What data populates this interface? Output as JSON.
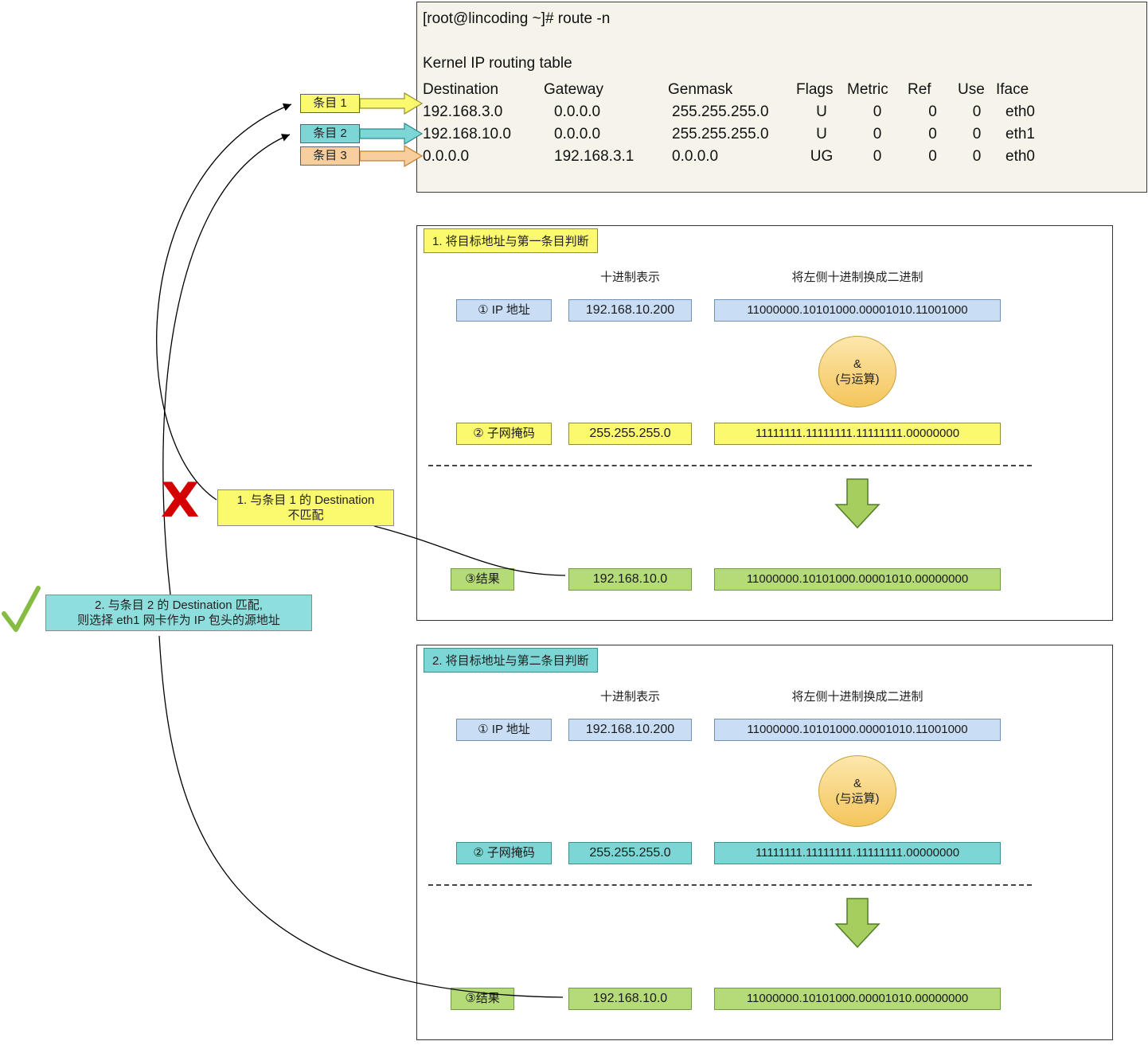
{
  "colors": {
    "yellow": "#FBF96E",
    "cyan": "#7CD6D6",
    "orange": "#F8CE9D",
    "blue": "#C9DEF5",
    "green": "#B5DA78",
    "arrow_green": "#A6CE5E",
    "circle_orange": "#F5C55C",
    "x_mark_red": "#D40000",
    "check_green": "#86BC42",
    "terminal_bg": "#F6F3EA"
  },
  "terminal": {
    "command": "[root@lincoding ~]# route -n",
    "table_title": "Kernel IP routing table",
    "headers": [
      "Destination",
      "Gateway",
      "Genmask",
      "Flags",
      "Metric",
      "Ref",
      "Use",
      "Iface"
    ],
    "rows": [
      [
        "192.168.3.0",
        "0.0.0.0",
        "255.255.255.0",
        "U",
        "0",
        "0",
        "0",
        "eth0"
      ],
      [
        "192.168.10.0",
        "0.0.0.0",
        "255.255.255.0",
        "U",
        "0",
        "0",
        "0",
        "eth1"
      ],
      [
        "0.0.0.0",
        "192.168.3.1",
        "0.0.0.0",
        "UG",
        "0",
        "0",
        "0",
        "eth0"
      ]
    ]
  },
  "entries": [
    {
      "label": "条目 1"
    },
    {
      "label": "条目 2"
    },
    {
      "label": "条目 3"
    }
  ],
  "annotations": {
    "x_mark": "X",
    "mismatch_note": [
      "1. 与条目 1 的 Destination",
      "不匹配"
    ],
    "match_note": [
      "2. 与条目 2  的 Destination 匹配,",
      "则选择 eth1 网卡作为 IP 包头的源地址"
    ]
  },
  "sections": [
    {
      "title": "1. 将目标地址与第一条目判断",
      "decimal_header": "十进制表示",
      "binary_header": "将左侧十进制换成二进制",
      "ip": {
        "label": "① IP 地址",
        "decimal": "192.168.10.200",
        "binary": "11000000.10101000.00001010.11001000"
      },
      "and": {
        "symbol": "&",
        "label": "(与运算)"
      },
      "mask": {
        "label": "② 子网掩码",
        "decimal": "255.255.255.0",
        "binary": "11111111.11111111.11111111.00000000"
      },
      "result": {
        "label": "③结果",
        "decimal": "192.168.10.0",
        "binary": "11000000.10101000.00001010.00000000"
      }
    },
    {
      "title": "2. 将目标地址与第二条目判断",
      "decimal_header": "十进制表示",
      "binary_header": "将左侧十进制换成二进制",
      "ip": {
        "label": "① IP 地址",
        "decimal": "192.168.10.200",
        "binary": "11000000.10101000.00001010.11001000"
      },
      "and": {
        "symbol": "&",
        "label": "(与运算)"
      },
      "mask": {
        "label": "② 子网掩码",
        "decimal": "255.255.255.0",
        "binary": "11111111.11111111.11111111.00000000"
      },
      "result": {
        "label": "③结果",
        "decimal": "192.168.10.0",
        "binary": "11000000.10101000.00001010.00000000"
      }
    }
  ]
}
